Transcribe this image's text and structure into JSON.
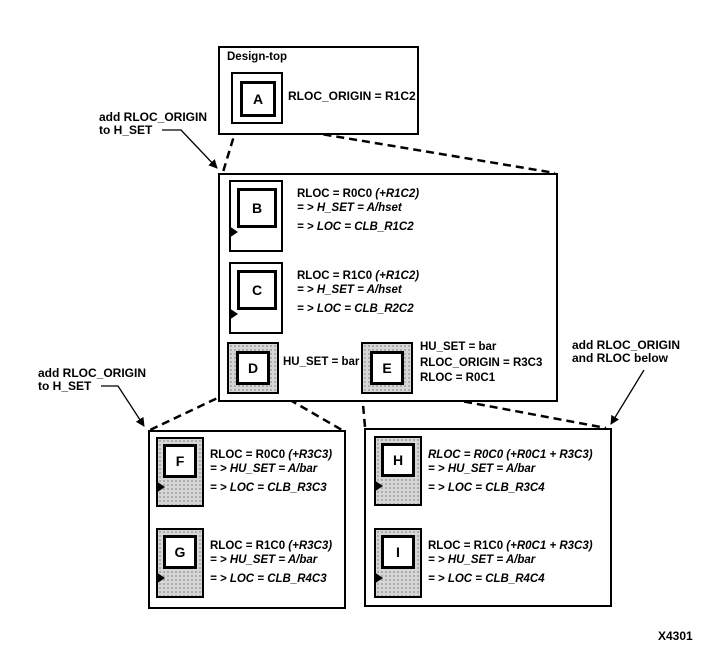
{
  "colors": {
    "line": "#000000",
    "background": "#ffffff",
    "block_fill_gray": "#d6d6d6"
  },
  "figure_label": "X4301",
  "annotations": {
    "top_left": {
      "line1": "add RLOC_ORIGIN",
      "line2": "to H_SET"
    },
    "bottom_left": {
      "line1": "add RLOC_ORIGIN",
      "line2": "to H_SET"
    },
    "right": {
      "line1": "add RLOC_ORIGIN",
      "line2": "and RLOC below"
    }
  },
  "design_top": {
    "title": "Design-top",
    "block_letter": "A",
    "constraint": "RLOC_ORIGIN = R1C2"
  },
  "mid_box": {
    "block_b": {
      "letter": "B",
      "rloc": "RLOC = R0C0",
      "rloc_paren": "(+R1C2)",
      "derived1": "= > H_SET = A/hset",
      "derived2": "= > LOC = CLB_R1C2"
    },
    "block_c": {
      "letter": "C",
      "rloc": "RLOC = R1C0",
      "rloc_paren": "(+R1C2)",
      "derived1": "= > H_SET = A/hset",
      "derived2": "= > LOC = CLB_R2C2"
    },
    "block_d": {
      "letter": "D",
      "label": "HU_SET = bar"
    },
    "block_e": {
      "letter": "E",
      "line1": "HU_SET = bar",
      "line2": "RLOC_ORIGIN = R3C3",
      "line3": "RLOC = R0C1"
    }
  },
  "bottom_left_box": {
    "block_f": {
      "letter": "F",
      "rloc": "RLOC = R0C0",
      "rloc_paren": "(+R3C3)",
      "derived1": "= > HU_SET = A/bar",
      "derived2": "= > LOC = CLB_R3C3"
    },
    "block_g": {
      "letter": "G",
      "rloc": "RLOC = R1C0",
      "rloc_paren": "(+R3C3)",
      "derived1": "= > HU_SET = A/bar",
      "derived2": "= > LOC = CLB_R4C3"
    }
  },
  "bottom_right_box": {
    "block_h": {
      "letter": "H",
      "rloc": "RLOC = R0C0",
      "rloc_paren": "(+R0C1 + R3C3)",
      "derived1": "= > HU_SET = A/bar",
      "derived2": "= > LOC = CLB_R3C4"
    },
    "block_i": {
      "letter": "I",
      "rloc": "RLOC = R1C0",
      "rloc_paren": "(+R0C1 + R3C3)",
      "derived1": "= > HU_SET = A/bar",
      "derived2": "= > LOC = CLB_R4C4"
    }
  }
}
